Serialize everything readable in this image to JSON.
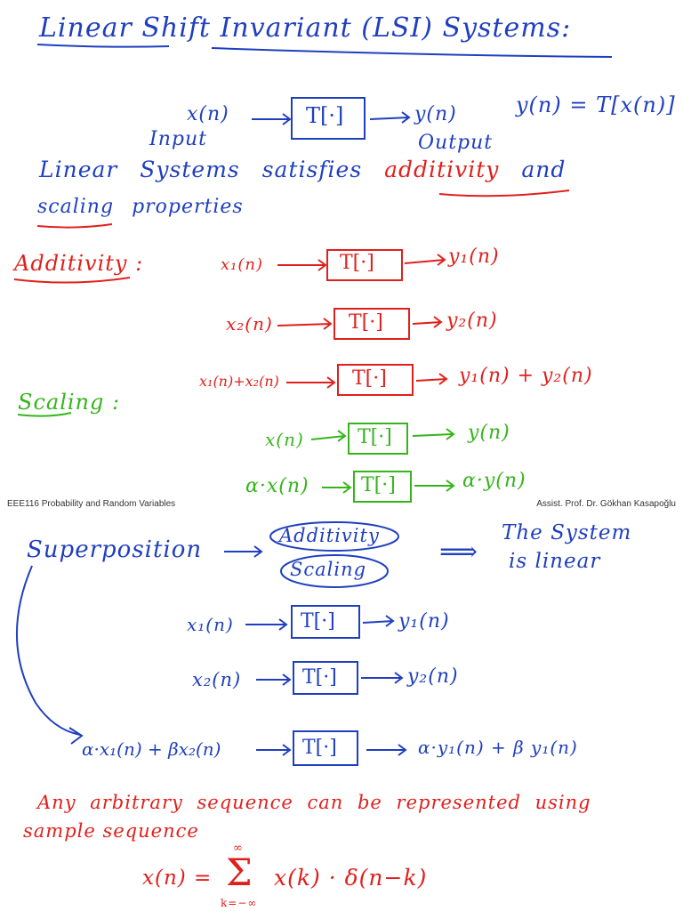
{
  "page1": {
    "title": "Linear Shift Invariant (LSI) Systems:",
    "sys_input": "x(n)",
    "sys_op": "T[·]",
    "sys_output": "y(n)",
    "sys_eq": "y(n) = T[x(n)]",
    "label_input": "Input",
    "label_output": "Output",
    "linear_line1_a": "Linear Systems satisfies",
    "linear_line1_b": "additivity",
    "linear_line1_c": "and",
    "linear_line2_a": "scaling",
    "linear_line2_b": "properties",
    "additivity_label": "Additivity :",
    "add_row1_in": "x₁(n)",
    "add_row1_op": "T[·]",
    "add_row1_out": "y₁(n)",
    "add_row2_in": "x₂(n)",
    "add_row2_op": "T[·]",
    "add_row2_out": "y₂(n)",
    "add_row3_in": "x₁(n)+x₂(n)",
    "add_row3_op": "T[·]",
    "add_row3_out": "y₁(n) + y₂(n)",
    "scaling_label": "Scaling :",
    "sc_row1_in": "x(n)",
    "sc_row1_op": "T[·]",
    "sc_row1_out": "y(n)",
    "sc_row2_in": "α·x(n)",
    "sc_row2_op": "T[·]",
    "sc_row2_out": "α·y(n)"
  },
  "footer": {
    "left": "EEE116 Probability and Random Variables",
    "right": "Assist. Prof. Dr. Gökhan Kasapoğlu"
  },
  "page2": {
    "superposition": "Superposition",
    "pill_additivity": "Additivity",
    "pill_scaling": "Scaling",
    "implies": "⟹",
    "conclusion_line1": "The System",
    "conclusion_line2": "is linear",
    "sp_row1_in": "x₁(n)",
    "sp_row1_op": "T[·]",
    "sp_row1_out": "y₁(n)",
    "sp_row2_in": "x₂(n)",
    "sp_row2_op": "T[·]",
    "sp_row2_out": "y₂(n)",
    "sp_row3_in": "α·x₁(n) + βx₂(n)",
    "sp_row3_op": "T[·]",
    "sp_row3_out": "α·y₁(n) + β y₁(n)",
    "note_line1": "Any arbitrary sequence can be represented using",
    "note_line2": "sample sequence",
    "formula_lhs": "x(n) =",
    "formula_sum": "Σ",
    "formula_sup": "∞",
    "formula_sub": "k=−∞",
    "formula_rhs": "x(k) · δ(n−k)"
  },
  "colors": {
    "blue": "#1f3fbf",
    "red": "#e0201c",
    "green": "#35b51b"
  }
}
